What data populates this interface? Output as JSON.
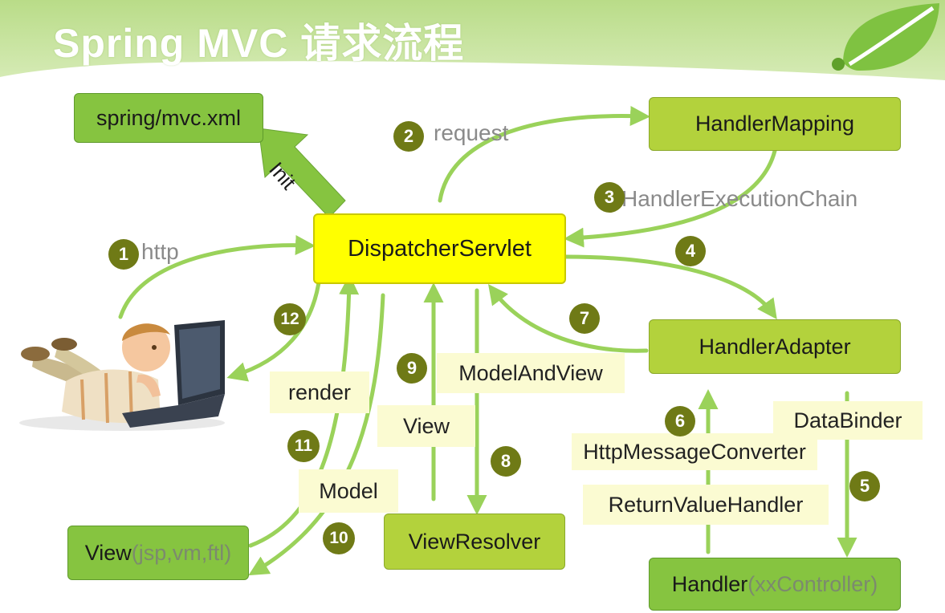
{
  "title": "Spring MVC 请求流程",
  "colors": {
    "accent_green": "#86c440",
    "lime": "#b3d23c",
    "dispatcher_yellow": "#ffff00",
    "arrow_green": "#9ad25a",
    "step_olive": "#6f7a16",
    "label_bg": "#fbfbd2"
  },
  "icons": [
    "leaf-icon",
    "child-with-laptop-illustration"
  ],
  "nodes": {
    "mvc_xml": "spring/mvc.xml",
    "handler_mapping": "HandlerMapping",
    "dispatcher_servlet": "DispatcherServlet",
    "handler_adapter": "HandlerAdapter",
    "view_resolver": "ViewResolver",
    "view_main": "View",
    "view_sub": "(jsp,vm,ftl)",
    "handler_main": "Handler",
    "handler_sub": "(xxController)"
  },
  "labels": {
    "init": "Init",
    "http": "http",
    "request": "request",
    "handler_execution_chain": "HandlerExecutionChain",
    "render": "render",
    "model_and_view": "ModelAndView",
    "view": "View",
    "data_binder": "DataBinder",
    "http_message_converter": "HttpMessageConverter",
    "return_value_handler": "ReturnValueHandler",
    "model": "Model"
  },
  "steps": [
    "1",
    "2",
    "3",
    "4",
    "5",
    "6",
    "7",
    "8",
    "9",
    "10",
    "11",
    "12"
  ]
}
